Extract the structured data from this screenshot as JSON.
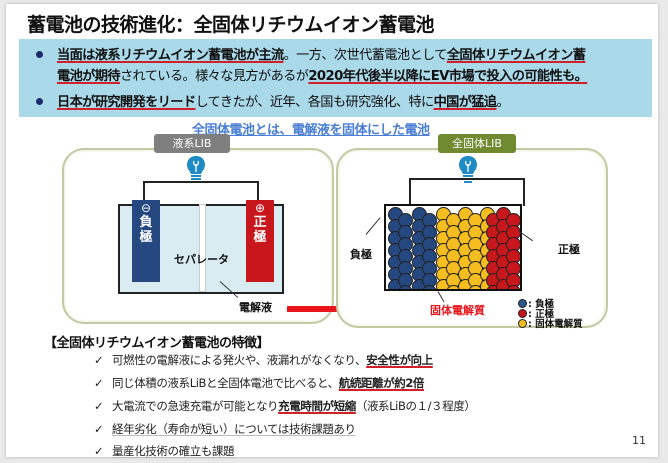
{
  "title": "蓄電池の技術進化：全固体リチウムイオン蓄電池",
  "summary": {
    "bullet1": {
      "line1": [
        {
          "text": "当面は液系リチウムイオン蓄電池が主流",
          "emph": true
        },
        {
          "text": "。一方、次世代蓄電池として",
          "emph": false
        },
        {
          "text": "全固体リチウムイオン蓄",
          "emph": true
        }
      ],
      "line2": [
        {
          "text": "電池が期待",
          "emph": true
        },
        {
          "text": "されている。様々な見方があるが",
          "emph": false
        },
        {
          "text": "2020年代後半以降にEV市場で投入の可能性も。",
          "emph": true
        }
      ]
    },
    "bullet2": [
      {
        "text": "日本が研究開発をリード",
        "emph": true
      },
      {
        "text": "してきたが、近年、各国も研究強化、特に",
        "emph": false
      },
      {
        "text": "中国が猛追",
        "emph": true
      },
      {
        "text": "。",
        "emph": false
      }
    ]
  },
  "diagram": {
    "subtitle": "全固体電池とは、電解液を固体にした電池",
    "liquid": {
      "tag": "液系LIB",
      "tag_color": "#7f7f7f",
      "negative_symbol": "⊖",
      "negative_label": "負\n極",
      "positive_symbol": "⊕",
      "positive_label": "正\n極",
      "separator_label": "セパレータ",
      "electrolyte_label": "電解液"
    },
    "solid": {
      "tag": "全固体LIB",
      "tag_color": "#6f8a2f",
      "negative_label": "負極",
      "positive_label": "正極",
      "solid_electrolyte_label": "固体電解質",
      "legend": [
        {
          "color": "#2b5591",
          "label": ": 負極"
        },
        {
          "color": "#c4121a",
          "label": ": 正極"
        },
        {
          "color": "#f5bd1f",
          "label": ": 固体電解質"
        }
      ]
    },
    "colors": {
      "negative": "#24487f",
      "positive": "#c8161d",
      "electrolyte": "#f5bd1f",
      "arrow": "#e8161b",
      "bulb": "#1f8bc4"
    }
  },
  "features": {
    "heading": "【全固体リチウムイオン蓄電池の特徴】",
    "items": [
      {
        "plain": "可燃性の電解液による発火や、液漏れがなくなり、",
        "emph": "安全性が向上",
        "tail": ""
      },
      {
        "plain": "同じ体積の液系LiBと全固体電池で比べると、",
        "emph": "航続距離が約2倍",
        "tail": ""
      },
      {
        "plain": "大電流での急速充電が可能となり",
        "emph": "充電時間が短縮",
        "tail": "（液系LiBの１/３程度）"
      },
      {
        "plain": "経年劣化（寿命が短い）については技術課題あり",
        "emph": "",
        "tail": ""
      },
      {
        "plain": "量産化技術の確立も課題",
        "emph": "",
        "tail": ""
      }
    ],
    "check_glyph": "✓"
  },
  "page_number": "11"
}
